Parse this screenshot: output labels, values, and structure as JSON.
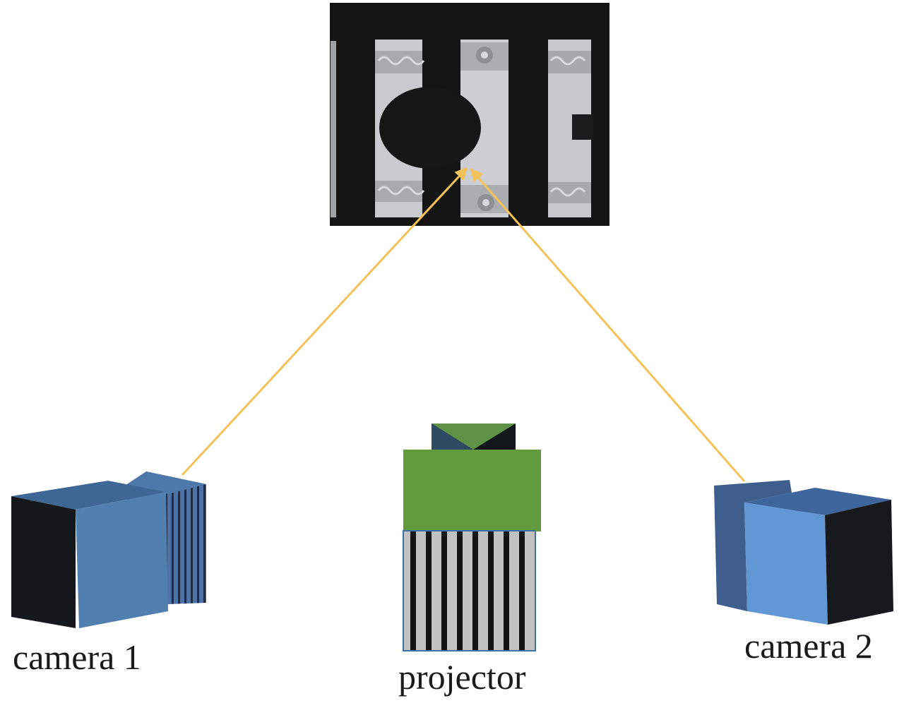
{
  "labels": {
    "camera_1": "camera 1",
    "projector": "projector",
    "camera_2": "camera 2"
  },
  "colors": {
    "ray": "#F2C35A",
    "camera_1_front": "#5180B0",
    "camera_1_side": "#15191E",
    "camera_1_top": "#3F6795",
    "camera_2_front": "#6297D6",
    "camera_2_side": "#17191D",
    "camera_2_top": "#3E659C",
    "projector_body": "#629A3E",
    "projector_lens_light": "#5E9347",
    "projector_lens_dark": "#12171C",
    "fringe_light": "#C2C2C2",
    "fringe_dark": "#141414",
    "object_background": "#141414",
    "object_surface": "#CFCFCF"
  },
  "icons": {
    "object": "object-photo-icon",
    "camera_1": "camera-icon",
    "camera_2": "camera-icon",
    "projector": "projector-icon"
  }
}
